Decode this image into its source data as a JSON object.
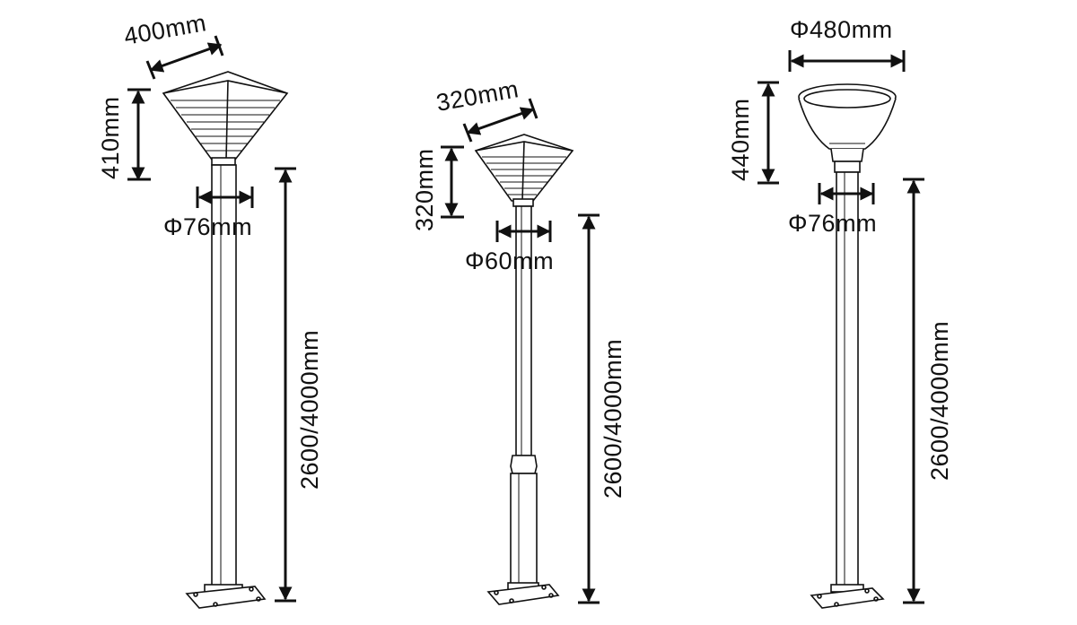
{
  "lamps": [
    {
      "name": "square-lamp-large",
      "head_width": "400mm",
      "head_height": "410mm",
      "pole_diameter": "Φ76mm",
      "pole_height": "2600/4000mm"
    },
    {
      "name": "square-lamp-small",
      "head_width": "320mm",
      "head_height": "320mm",
      "pole_diameter": "Φ60mm",
      "pole_height": "2600/4000mm"
    },
    {
      "name": "round-lamp",
      "head_width": "Φ480mm",
      "head_height": "440mm",
      "pole_diameter": "Φ76mm",
      "pole_height": "2600/4000mm"
    }
  ],
  "colors": {
    "line": "#111111",
    "background": "#ffffff"
  }
}
